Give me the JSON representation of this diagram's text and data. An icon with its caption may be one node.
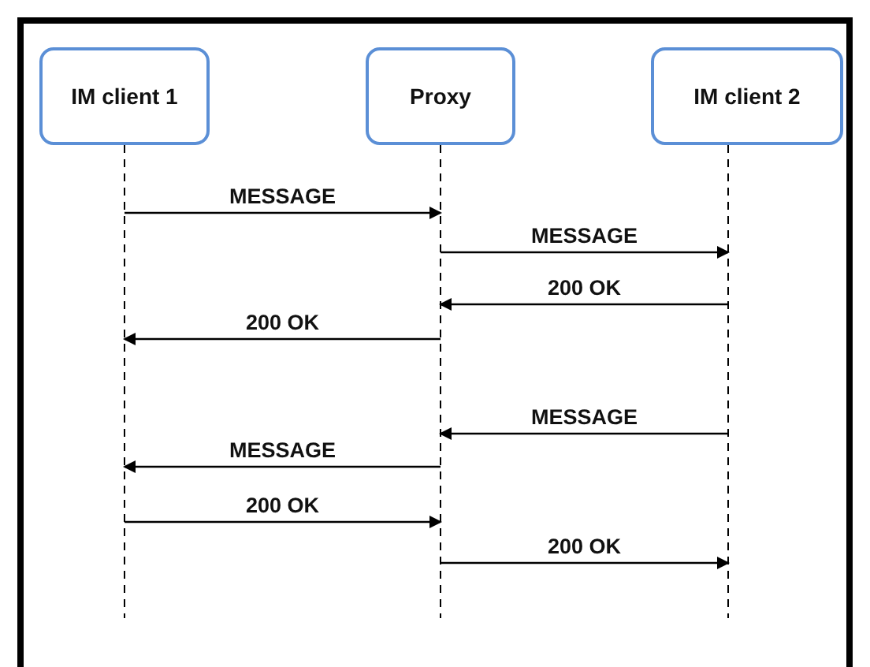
{
  "diagram": {
    "nodes": [
      {
        "text": [
          "IM client 1"
        ]
      },
      {
        "text": [
          "Proxy"
        ]
      },
      {
        "text": [
          "IM client 2"
        ]
      }
    ],
    "edges": [
      {
        "from": 0,
        "to": 1,
        "arrow": "to",
        "label": "MESSAGE"
      },
      {
        "from": 1,
        "to": 2,
        "arrow": "to",
        "label": "MESSAGE"
      },
      {
        "from": 2,
        "to": 1,
        "arrow": "to",
        "label": "200 OK"
      },
      {
        "from": 1,
        "to": 0,
        "arrow": "to",
        "label": "200 OK"
      },
      {
        "from": 2,
        "to": 1,
        "arrow": "to",
        "label": "MESSAGE"
      },
      {
        "from": 1,
        "to": 0,
        "arrow": "to",
        "label": "MESSAGE"
      },
      {
        "from": 0,
        "to": 1,
        "arrow": "to",
        "label": "200 OK"
      },
      {
        "from": 1,
        "to": 2,
        "arrow": "to",
        "label": "200 OK"
      }
    ]
  }
}
